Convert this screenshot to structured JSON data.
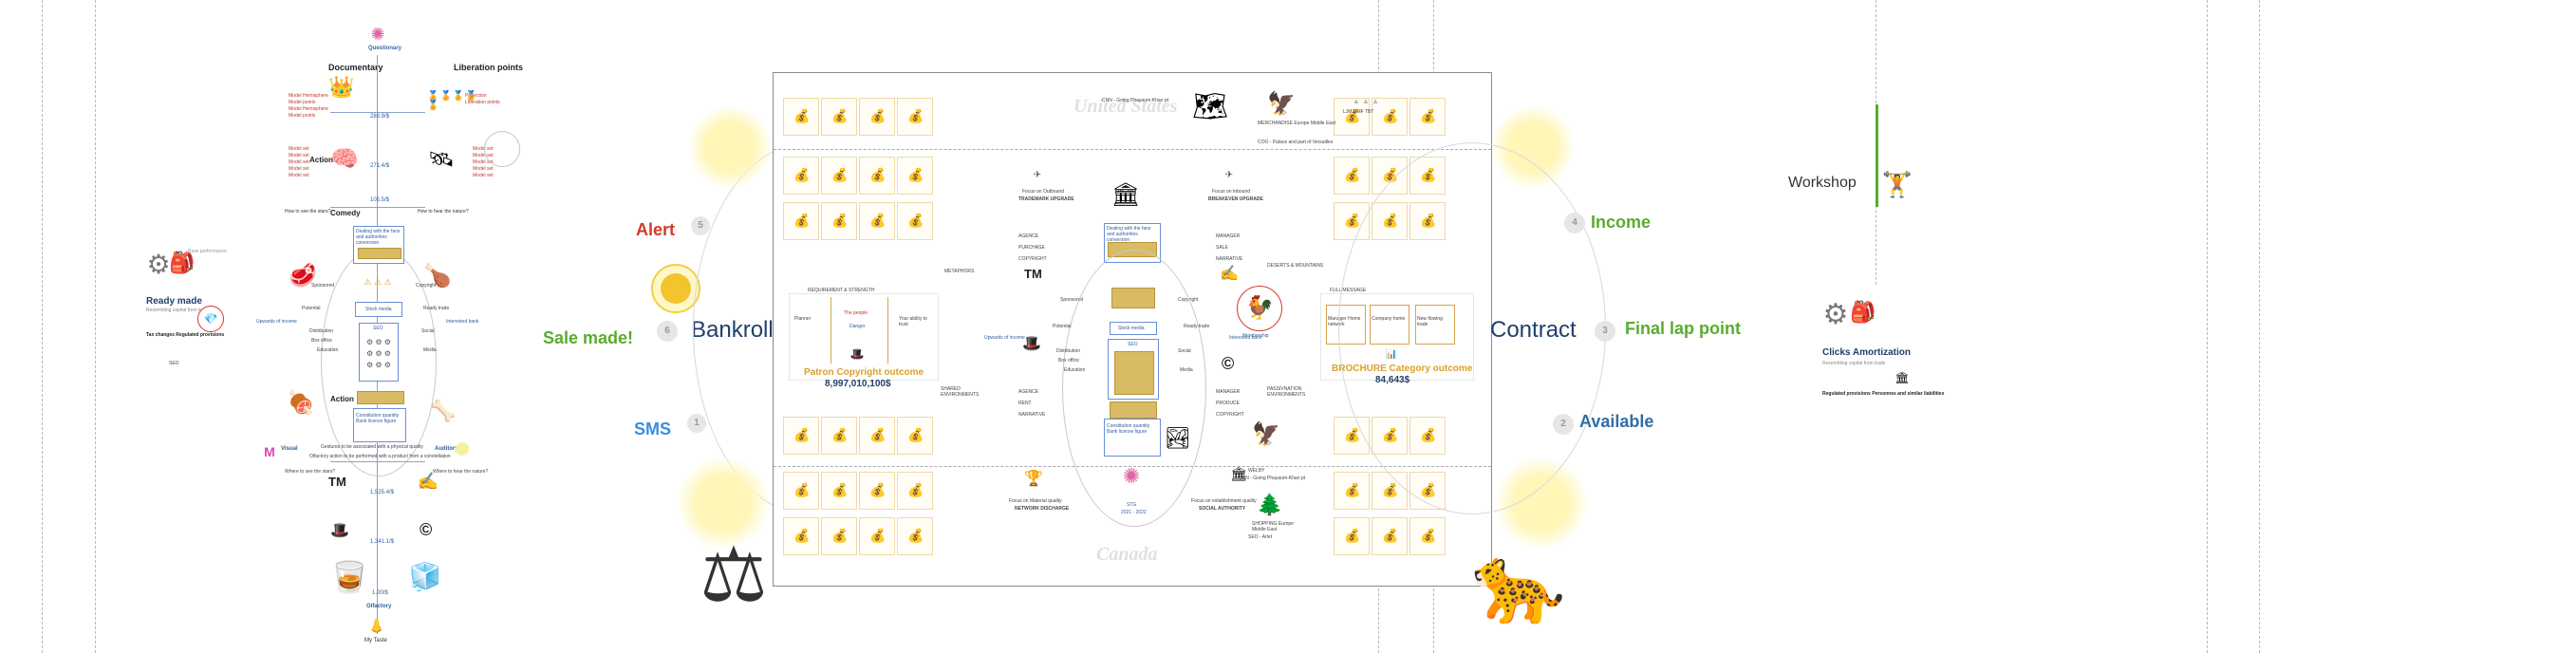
{
  "left_panel": {
    "top_left_label": "Documentary",
    "top_right_label": "Liberation points",
    "questionary_label": "Questionary",
    "action_label": "Action",
    "comedy_label": "Comedy",
    "action_label_2": "Action",
    "how_see_stars": "How to see the stars?",
    "how_hear_nature": "How to hear the nature?",
    "ready_made_title": "Ready made",
    "ready_made_sub": "Resembling capital from trade",
    "ready_made_desc": "Tax changes Regulated provisions",
    "seo_label": "SEO",
    "upwards": "Upwards of income",
    "interested_bank": "Interested bank",
    "box_top_label": "Dealing with the fans and authorities conversion",
    "box_bottom_label": "Constitution quantity Bank license figure",
    "center_label": "Stock media",
    "num_top": "283.9/$",
    "num_mid1": "271.4/$",
    "num_mid2": "105.5/$",
    "left_words": [
      "Sponsored",
      "Potential",
      "Distribution",
      "Box office",
      "Education"
    ],
    "right_words": [
      "Copyright",
      "Ready trade",
      "Social",
      "Media"
    ],
    "visual_label": "Visual",
    "auditory_label": "Auditory",
    "gestures_label": "Gestures to be associated with a physical quality",
    "olfactory_action": "Olfactory action to be performed with a product from a constellation",
    "where_see": "Where to see the stars?",
    "where_hear": "Where to hear the nature?",
    "tm_label": "TM",
    "copyright_symbol": "©",
    "num_b1": "1,525.4/$",
    "num_b2": "1,341.1/$",
    "num_b3": "1.00/$",
    "olfactory_label": "Olfactory",
    "my_taste": "My Taste"
  },
  "alerts": {
    "alert": {
      "label": "Alert",
      "num": "5"
    },
    "bankroll": {
      "label": "Bankroll",
      "num": "6"
    },
    "sale_made": {
      "label": "Sale made!"
    },
    "sms": {
      "label": "SMS",
      "num": "1"
    },
    "seo": "SEO"
  },
  "map_panel": {
    "us_label": "United States",
    "canada_label": "Canada",
    "cnn_label": "CNN - Going Phayaum-Khan pt",
    "focus_outbound": "Focus on Outbound",
    "trademark_upgrade": "TRADEMARK UPGRADE",
    "focus_inbound": "Focus on Inbound",
    "breakeven_upgrade": "BREAKEVEN UPGRADE",
    "merchandise": "MERCHANDISE Europe Middle East",
    "coo": "COO - Palace and part of Versailles",
    "ljm_labels": [
      "LJM",
      "RMF",
      "TBT"
    ],
    "agence_list": [
      "AGENCE",
      "PURCHASE",
      "COPYRIGHT"
    ],
    "tm": "TM",
    "manager_list": [
      "MANAGER",
      "SALE",
      "NARRATIVE"
    ],
    "req_strength": "REQUIREMENT & STRENGTH",
    "metaphors": "METAPHORS",
    "deserts": "DESERTS & MOUNTAINS",
    "full_message": "FULL MESSAGE",
    "planner": "Planner",
    "the_people": "The people",
    "danger": "Danger",
    "your_ability": "Your ability to trust",
    "patron_copyright": "Patron Copyright outcome",
    "patron_value": "8,997,010,100$",
    "brochure": "BROCHURE Category outcome",
    "brochure_value": "84,643$",
    "manager_label": "Manager Home network",
    "company_home": "Company home",
    "new_flow": "New flowing trade",
    "agence_bottom": [
      "AGENCE",
      "RENT",
      "NARRATIVE"
    ],
    "manager_bottom": [
      "MANAGER",
      "PRODUCE",
      "COPYRIGHT"
    ],
    "shared_env": "SHARED ENVIRONMENTS",
    "pass_env": "PASSIVNATION ENVIRONMENTS",
    "focus_material": "Focus on Material quality",
    "network_discharge": "NETWORK DISCHARGE",
    "focus_establishment": "Focus on establishment quality",
    "social_authority": "SOCIAL AUTHORITY",
    "stg": "STG",
    "stg_years": "2021 - 2022",
    "shopping": "SHOPPING Europe Middle East",
    "seo_kfar": "SEO - Arlet",
    "welby": "WELBY",
    "cnn2": "CNN - Going Phayaum-Khan pt",
    "center_box_top": "Dealing with the fans and authorities conversion",
    "center_box_bottom": "Constitution quantity Bank license figure",
    "stock_media": "Stock media",
    "seo_center": "SEO",
    "center_words_left": [
      "Sponsored",
      "Potential",
      "Distribution",
      "Box office",
      "Education"
    ],
    "center_words_right": [
      "Copyright",
      "Ready trade",
      "Social",
      "Media"
    ],
    "upwards_income": "Upwards of income",
    "interested_bank": "Interested bank"
  },
  "right_side": {
    "income": {
      "label": "Income",
      "num": "4"
    },
    "contract": {
      "label": "Contract",
      "num": "3"
    },
    "final_lap": {
      "label": "Final lap point"
    },
    "available": {
      "label": "Available",
      "num": "2"
    }
  },
  "workshop": {
    "label": "Workshop"
  },
  "clicks": {
    "title": "Clicks Amortization",
    "sub": "Resembling capital from trade",
    "desc": "Regulated provisions Personnes and similar liabilities"
  },
  "colors": {
    "alert_red": "#d03a2b",
    "green": "#5aac2d",
    "blue": "#2f6ea8",
    "gold": "#d9bb64",
    "dark_navy": "#20406c"
  }
}
